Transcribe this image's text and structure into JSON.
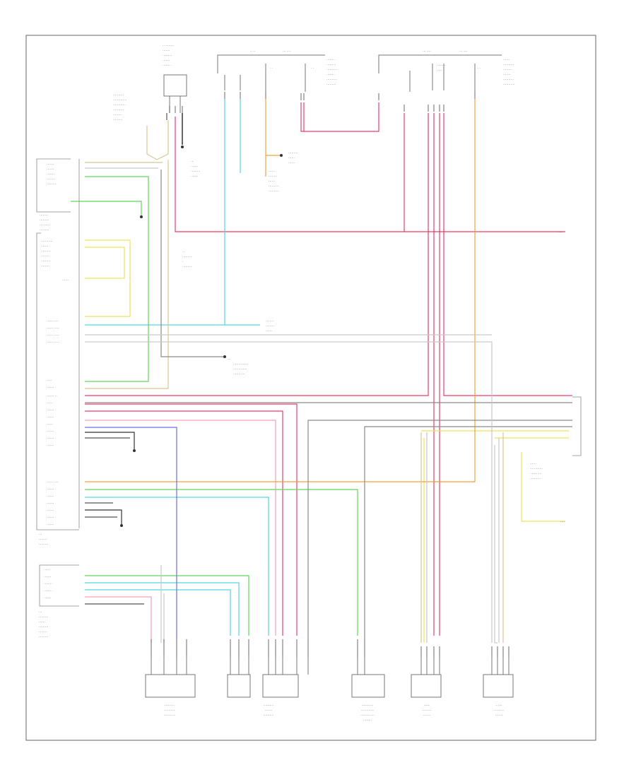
{
  "diagram": {
    "footer_code": "",
    "top_components": {
      "power_supply_label": "",
      "fuse_block_label": "",
      "relay_label": ""
    },
    "pcm": {
      "title": "",
      "upper_pins": [
        "",
        "",
        ""
      ],
      "lower_pins": [
        "",
        "",
        "",
        "",
        ""
      ]
    },
    "bottom_components": [
      {
        "key": "throttle_position_sensor",
        "label": ""
      },
      {
        "key": "fuel_injector",
        "label": ""
      },
      {
        "key": "transmission_range_switch",
        "label": ""
      },
      {
        "key": "oxygen_sensor_1",
        "label": ""
      },
      {
        "key": "oxygen_sensor_2",
        "label": ""
      }
    ],
    "wire_colors": {
      "red": "#ee3d6a",
      "pink": "#f3a0b4",
      "cyan": "#55d6e3",
      "green": "#5fd85a",
      "yellow": "#efe35a",
      "orange": "#f3a03c",
      "tan": "#d8c894",
      "blue": "#6d6df2",
      "gray": "#8a8a8a",
      "light_gray": "#c9c9c9",
      "black": "#333333"
    }
  }
}
